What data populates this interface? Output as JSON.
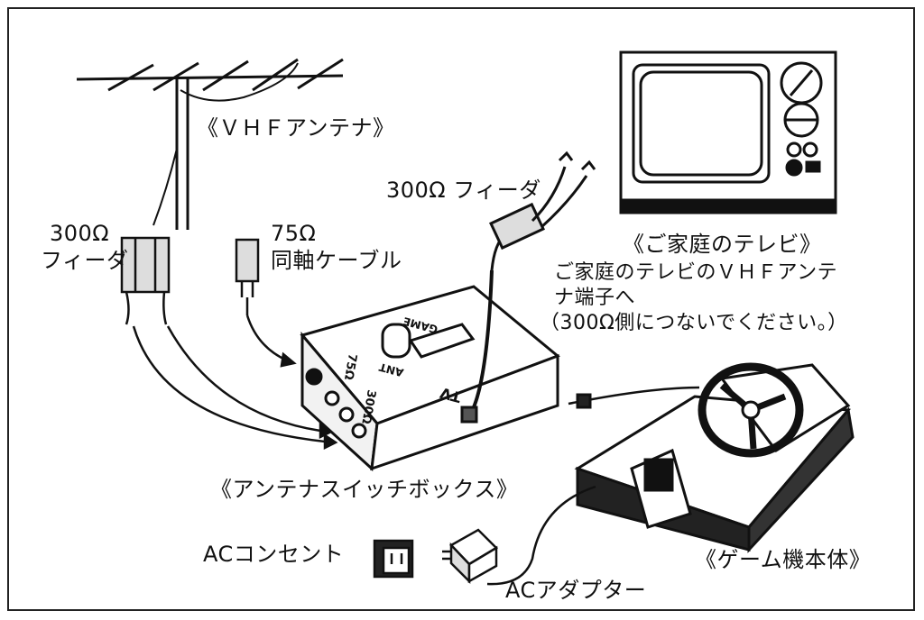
{
  "labels": {
    "vhf_antenna": "《ＶＨＦアンテナ》",
    "feeder_300_top": "300Ω",
    "feeder_300_bottom": "フィーダ",
    "coax_75_top": "75Ω",
    "coax_75_bottom": "同軸ケーブル",
    "tv_feeder": "300Ω フィーダ",
    "home_tv": "《ご家庭のテレビ》",
    "instruction_line1": "ご家庭のテレビのＶＨＦアンテ",
    "instruction_line2": "ナ端子へ",
    "instruction_line3": "（300Ω側につないでください。）",
    "switch_box": "《アンテナスイッチボックス》",
    "ac_outlet": "ACコンセント",
    "ac_adapter": "ACアダプター",
    "game_unit": "《ゲーム機本体》"
  },
  "box_markings": {
    "game": "GAME",
    "ant": "ANT",
    "tv": "TV",
    "ohm75": "75Ω",
    "ohm300": "300Ω"
  },
  "colors": {
    "ink": "#111111",
    "paper": "#ffffff"
  }
}
